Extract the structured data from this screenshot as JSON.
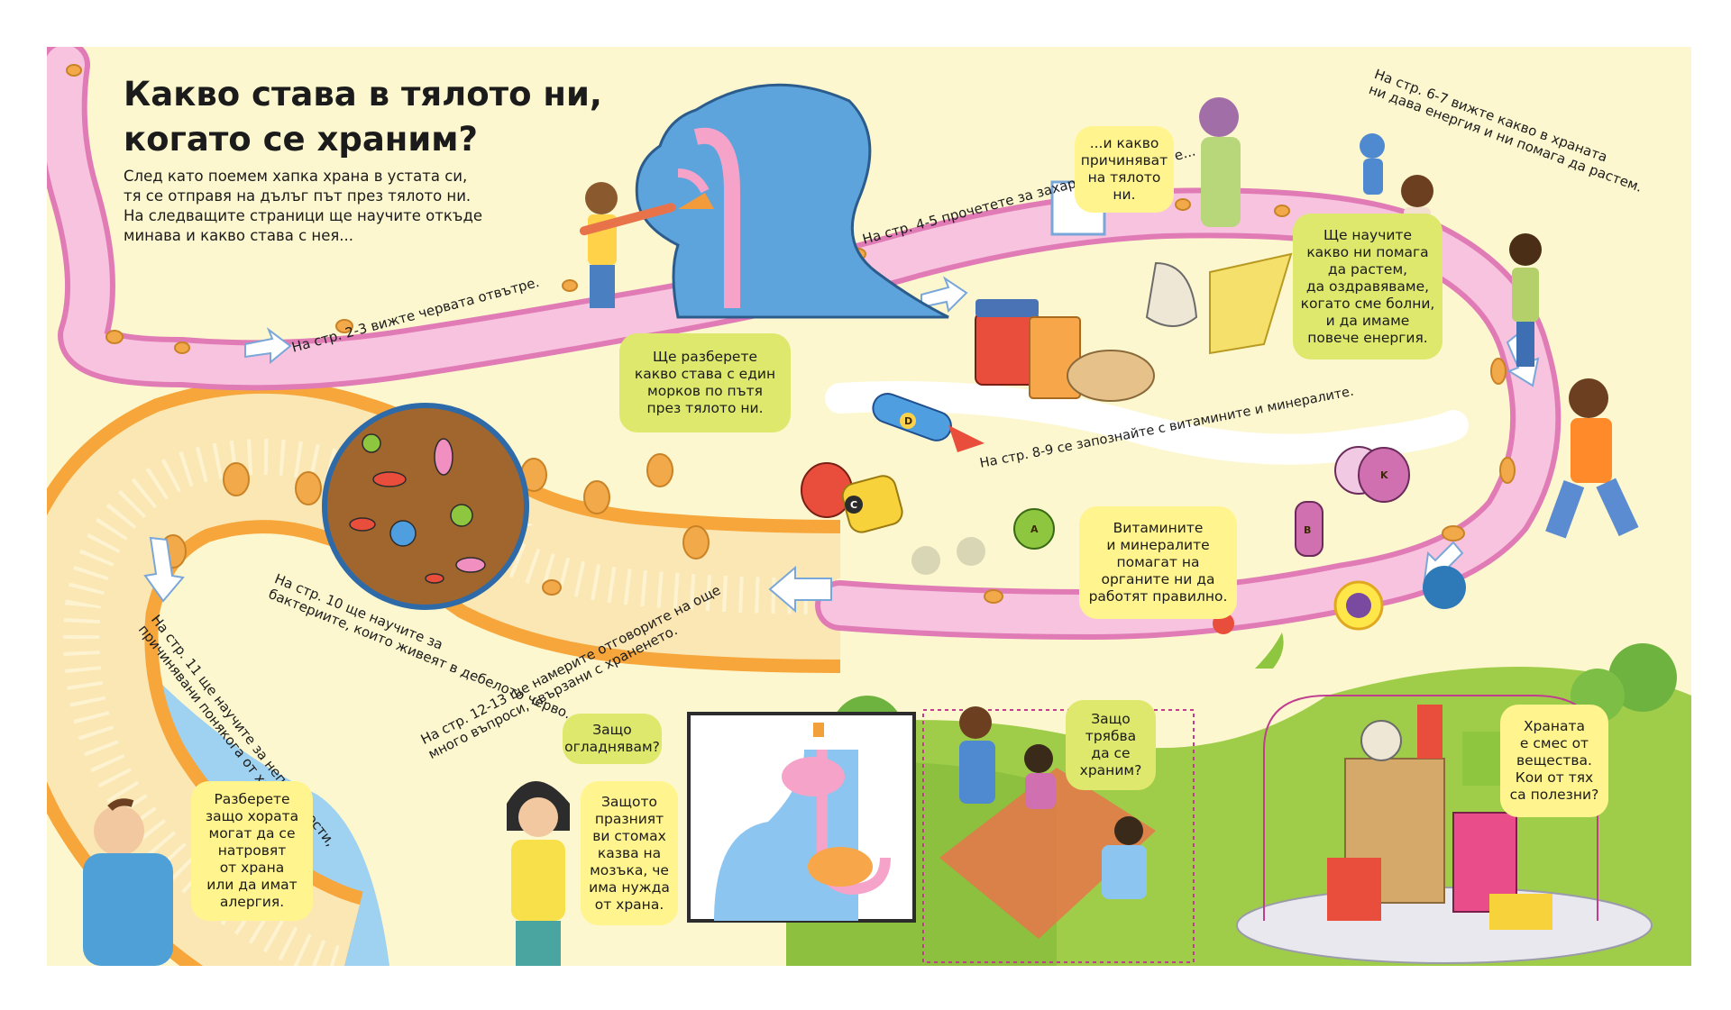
{
  "title": {
    "line1": "Какво става в тялото ни,",
    "line2": "когато се храним?"
  },
  "intro": [
    "След като поемем хапка храна в устата си,",
    "тя се отправя на дълъг път през тялото ни.",
    "На следващите страници ще научите откъде",
    "минава и какво става с нея..."
  ],
  "route_labels": {
    "p2_3": "На стр. 2-3 вижте червата отвътре.",
    "p4_5": "На стр. 4-5 прочетете за захарта и мазнините...",
    "p6_7_line1": "На стр. 6-7 вижте какво в храната",
    "p6_7_line2": "ни дава енергия и ни помага да растем.",
    "p8_9": "На стр. 8-9 се запознайте с витамините и минералите.",
    "p10_line1": "На стр. 10 ще научите за",
    "p10_line2": "бактериите, които живеят в дебелото черво.",
    "p11_line1": "На стр. 11 ще научите за неприятности,",
    "p11_line2": "причинявани понякога от храната.",
    "p12_13_line1": "На стр. 12-13 ще намерите отговорите на още",
    "p12_13_line2": "много въпроси, свързани с храненето."
  },
  "bubbles": {
    "carrot": [
      "Ще разберете",
      "какво става с един",
      "морков по пътя",
      "през тялото ни."
    ],
    "harm": [
      "...и какво",
      "причиняват",
      "на тялото",
      "ни."
    ],
    "grow": [
      "Ще научите",
      "какво ни помага",
      "да растем,",
      "да оздравяваме,",
      "когато сме болни,",
      "и да имаме",
      "повече енергия."
    ],
    "vitamins": [
      "Витамините",
      "и минералите",
      "помагат на",
      "органите ни да",
      "работят правилно."
    ],
    "allergy": [
      "Разберете",
      "защо хората",
      "могат да се",
      "натровят",
      "от храна",
      "или да имат",
      "алергия."
    ],
    "hungry_q": [
      "Защо",
      "огладнявам?"
    ],
    "hungry_a": [
      "Защото",
      "празният",
      "ви стомах",
      "казва на",
      "мозъка, че",
      "има нужда",
      "от храна."
    ],
    "why_eat": [
      "Защо",
      "трябва",
      "да се",
      "храним?"
    ],
    "substances": [
      "Храната",
      "е смес от",
      "вещества.",
      "Кои от тях",
      "са полезни?"
    ]
  },
  "vitamin_tags": [
    "C",
    "D",
    "A",
    "B",
    "K"
  ],
  "colors": {
    "page": "#fdf7cf",
    "small_intestine": "#f2a8d0",
    "large_intestine": "#f6c36f",
    "bubble_green": "#dde86d",
    "bubble_yellow": "#fff48d",
    "grass": "#9fcd4a"
  }
}
